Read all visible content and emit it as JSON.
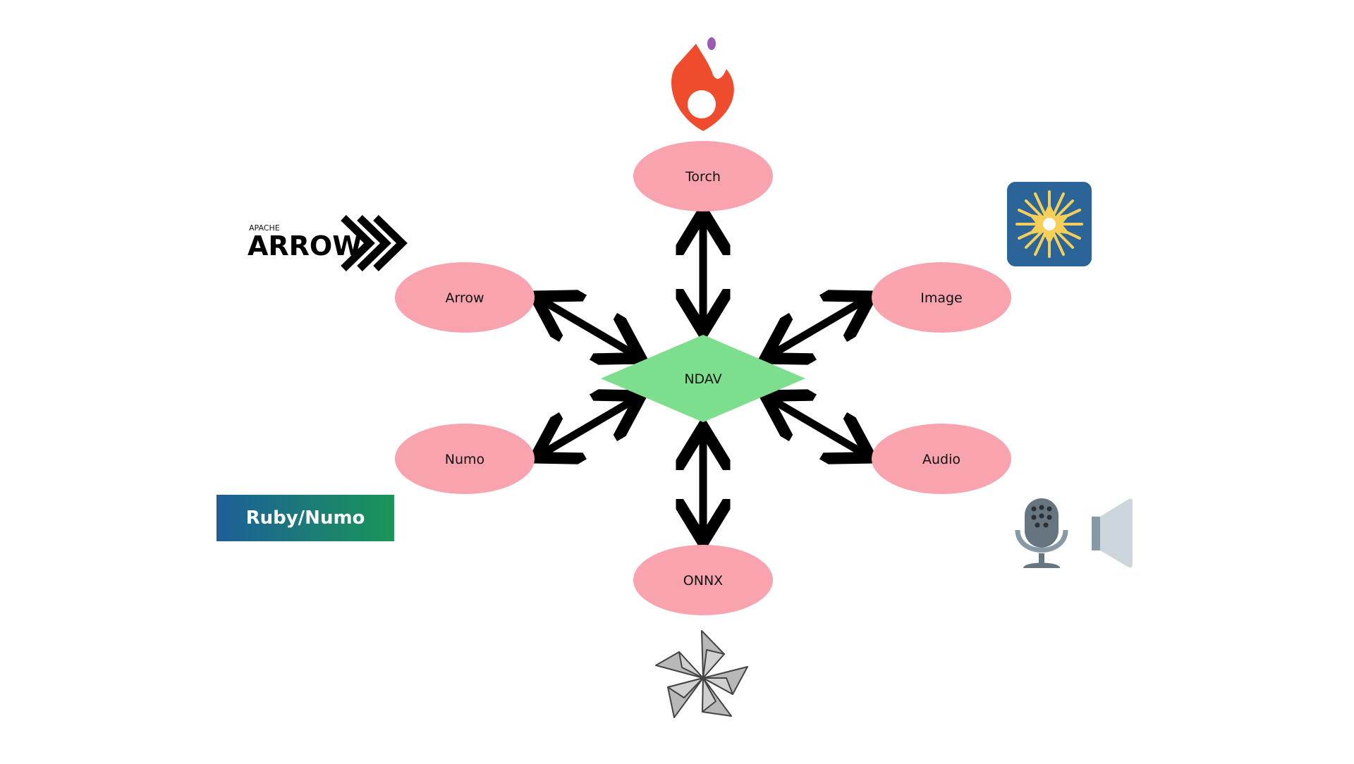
{
  "diagram": {
    "center": {
      "label": "NDAV"
    },
    "nodes": {
      "torch": {
        "label": "Torch"
      },
      "arrow": {
        "label": "Arrow"
      },
      "image": {
        "label": "Image"
      },
      "numo": {
        "label": "Numo"
      },
      "audio": {
        "label": "Audio"
      },
      "onnx": {
        "label": "ONNX"
      }
    },
    "logos": {
      "apache_arrow": {
        "small": "APACHE",
        "big": "ARROW"
      },
      "ruby_numo": {
        "text": "Ruby/Numo"
      }
    },
    "icons": {
      "torch": "torch-flame-icon",
      "arrow": "apache-arrow-logo",
      "image": "image-sunburst-icon",
      "numo": "ruby-numo-logo",
      "audio": [
        "microphone-icon",
        "speaker-icon"
      ],
      "onnx": "onnx-pinwheel-icon"
    },
    "colors": {
      "node_fill": "#f9a3ae",
      "center_fill": "#7ddf8e",
      "arrow": "#000000",
      "torch_flame": "#ee4c2c",
      "torch_drop": "#9b59b6",
      "image_bg": "#2a6499",
      "image_burst": "#f5cf57",
      "ruby_numo_from": "#1d5e99",
      "ruby_numo_to": "#1a9657"
    }
  }
}
